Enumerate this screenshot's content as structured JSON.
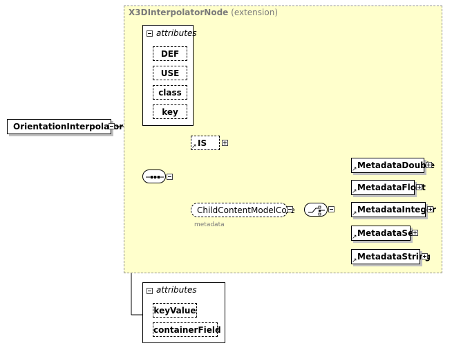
{
  "extension": {
    "name": "X3DInterpolatorNode",
    "suffix": " (extension)"
  },
  "root": {
    "label": "OrientationInterpolator"
  },
  "inherited_attributes": {
    "heading": "attributes",
    "items": [
      "DEF",
      "USE",
      "class",
      "key"
    ]
  },
  "own_attributes": {
    "heading": "attributes",
    "items": [
      "keyValue",
      "containerField"
    ]
  },
  "is_element": {
    "label": "IS"
  },
  "group": {
    "label": "ChildContentModelCore",
    "sublabel": "metadata"
  },
  "choice_children": [
    "MetadataDouble",
    "MetadataFloat",
    "MetadataInteger",
    "MetadataSet",
    "MetadataString"
  ],
  "colors": {
    "extension_bg": "#ffffcc",
    "extension_border": "#8a8a8a",
    "line": "#000000"
  }
}
